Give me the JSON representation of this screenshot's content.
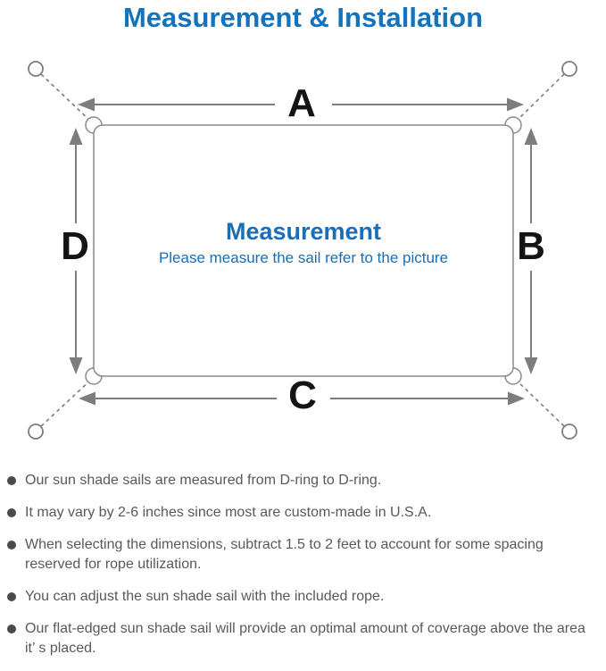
{
  "title": "Measurement & Installation",
  "colors": {
    "accent": "#1473bd",
    "center-blue": "#1a6db8",
    "line": "#7d7d7d",
    "label": "#141414",
    "note-text": "#58595b",
    "bullet": "#4a4a4a"
  },
  "diagram": {
    "labels": {
      "top": "A",
      "right": "B",
      "bottom": "C",
      "left": "D"
    },
    "center_title": "Measurement",
    "center_subtitle": "Please measure the sail refer to the picture"
  },
  "notes": {
    "items": [
      {
        "text": "Our sun shade sails are measured from D-ring to D-ring."
      },
      {
        "text": "It may vary by 2-6 inches since most are custom-made in U.S.A."
      },
      {
        "text": "When selecting the dimensions, subtract 1.5 to 2 feet to account for some spacing reserved for rope utilization."
      },
      {
        "text": "You can adjust the sun shade sail with the included rope."
      },
      {
        "text": "Our flat-edged sun shade sail will provide an optimal amount of coverage above the area it’ s placed."
      }
    ]
  }
}
